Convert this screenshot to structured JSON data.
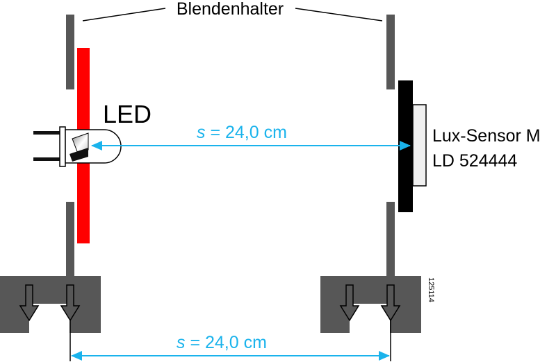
{
  "labels": {
    "holder": "Blendenhalter",
    "led": "LED",
    "sensor_line1": "Lux-Sensor M",
    "sensor_line2": "LD 524444",
    "figure_id": "125114"
  },
  "dimensions": {
    "top": {
      "symbol": "s",
      "value_text": " = 24,0 cm"
    },
    "bottom": {
      "symbol": "s",
      "value_text": " = 24,0 cm"
    }
  },
  "colors": {
    "holder": "#575757",
    "base": "#575757",
    "red_plate": "#ff0000",
    "sensor_body": "#000000",
    "sensor_window": "#f0f0f0",
    "dimension": "#1ab3ec"
  }
}
